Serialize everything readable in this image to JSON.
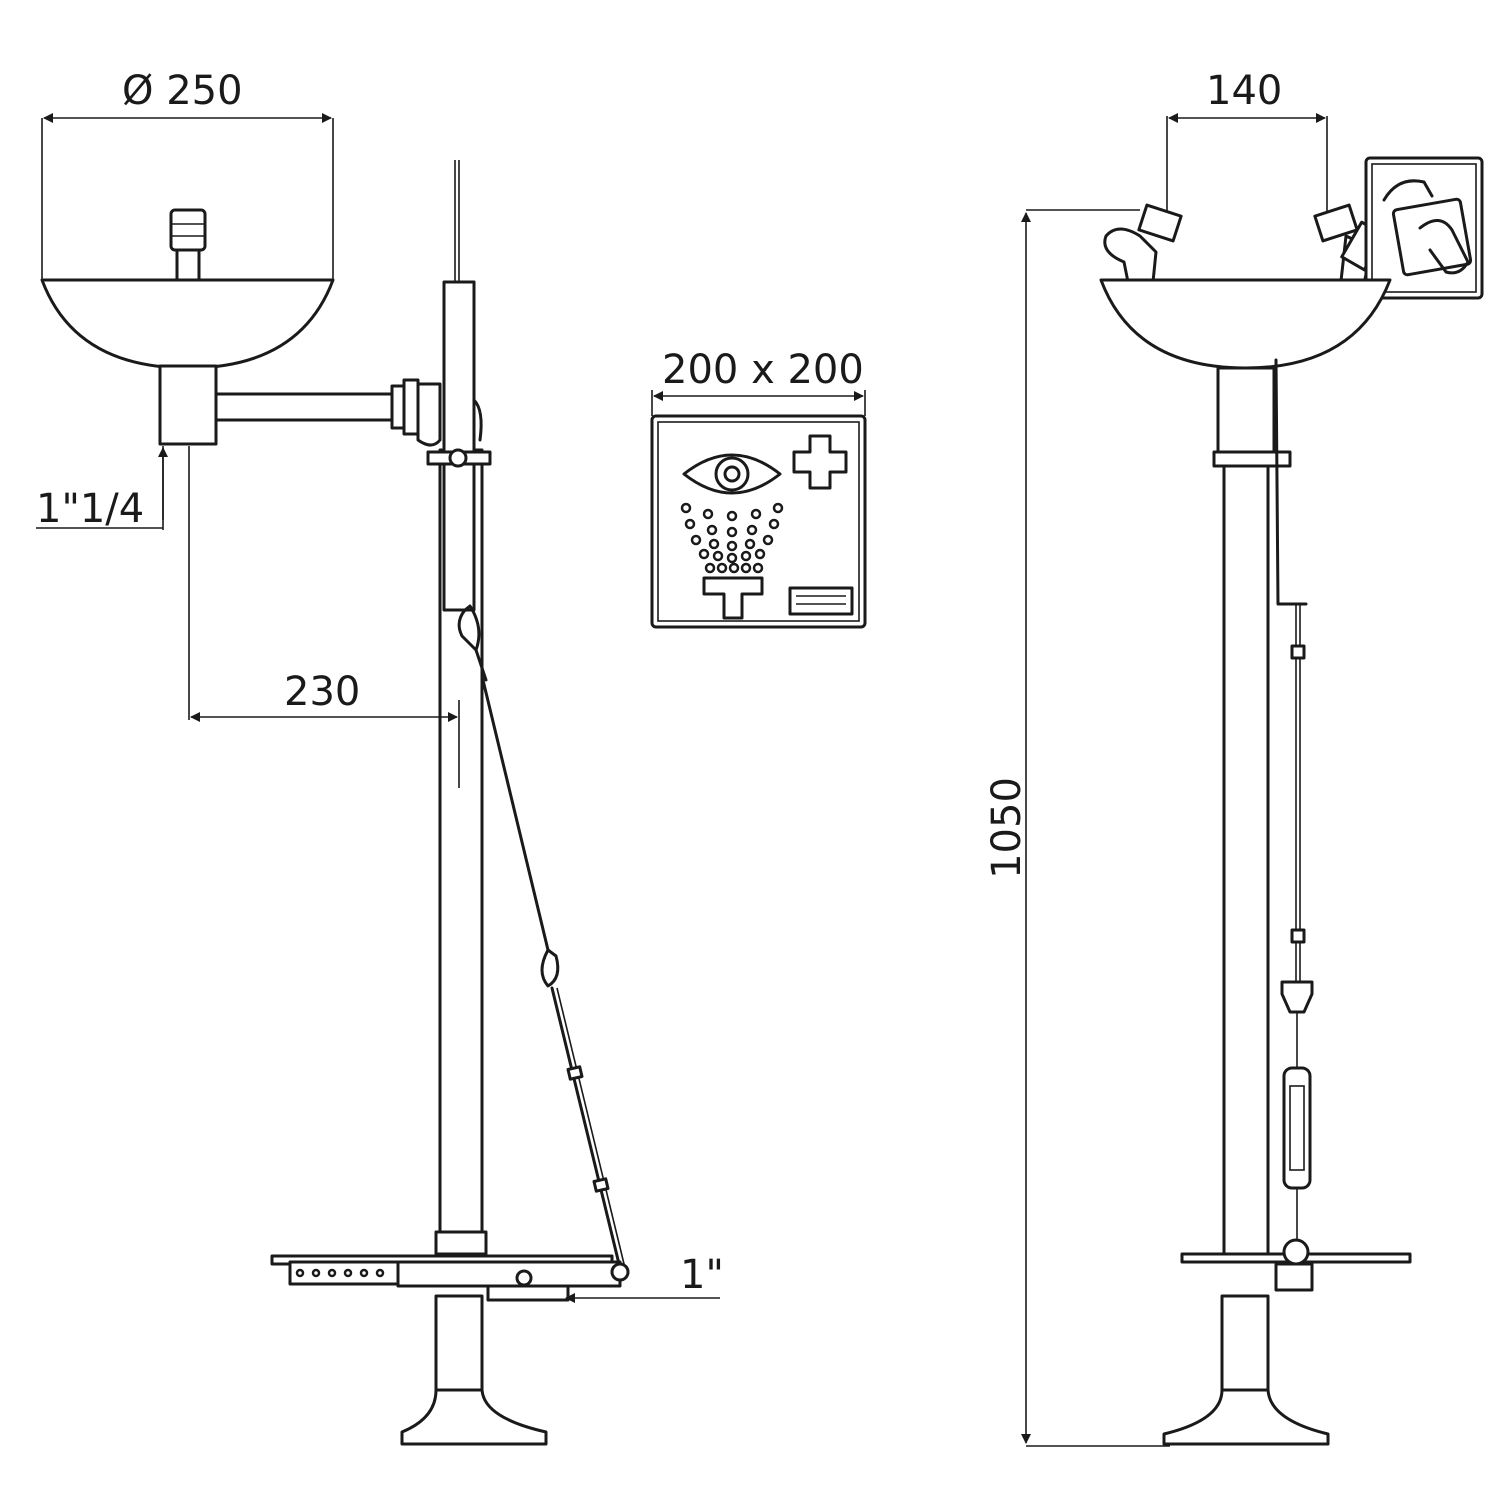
{
  "dimensions": {
    "bowl_diameter": "Ø 250",
    "inlet_size": "1\"1/4",
    "arm_length": "230",
    "sign_size": "200 x 200",
    "nozzle_spacing": "140",
    "height": "1050",
    "supply_size": "1\""
  },
  "colors": {
    "line": "#1a1a1a",
    "background": "#ffffff"
  }
}
